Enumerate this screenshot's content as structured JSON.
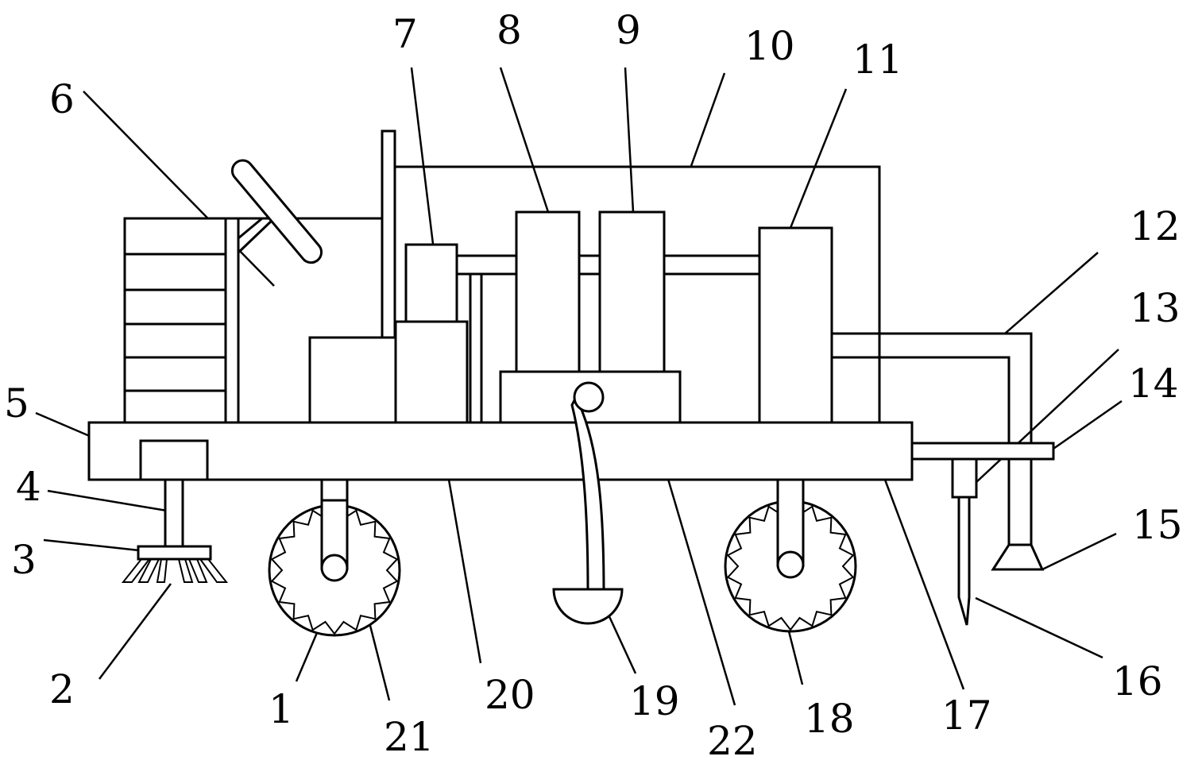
{
  "labels": {
    "n1": "1",
    "n2": "2",
    "n3": "3",
    "n4": "4",
    "n5": "5",
    "n6": "6",
    "n7": "7",
    "n8": "8",
    "n9": "9",
    "n10": "10",
    "n11": "11",
    "n12": "12",
    "n13": "13",
    "n14": "14",
    "n15": "15",
    "n16": "16",
    "n17": "17",
    "n18": "18",
    "n19": "19",
    "n20": "20",
    "n21": "21",
    "n22": "22"
  }
}
